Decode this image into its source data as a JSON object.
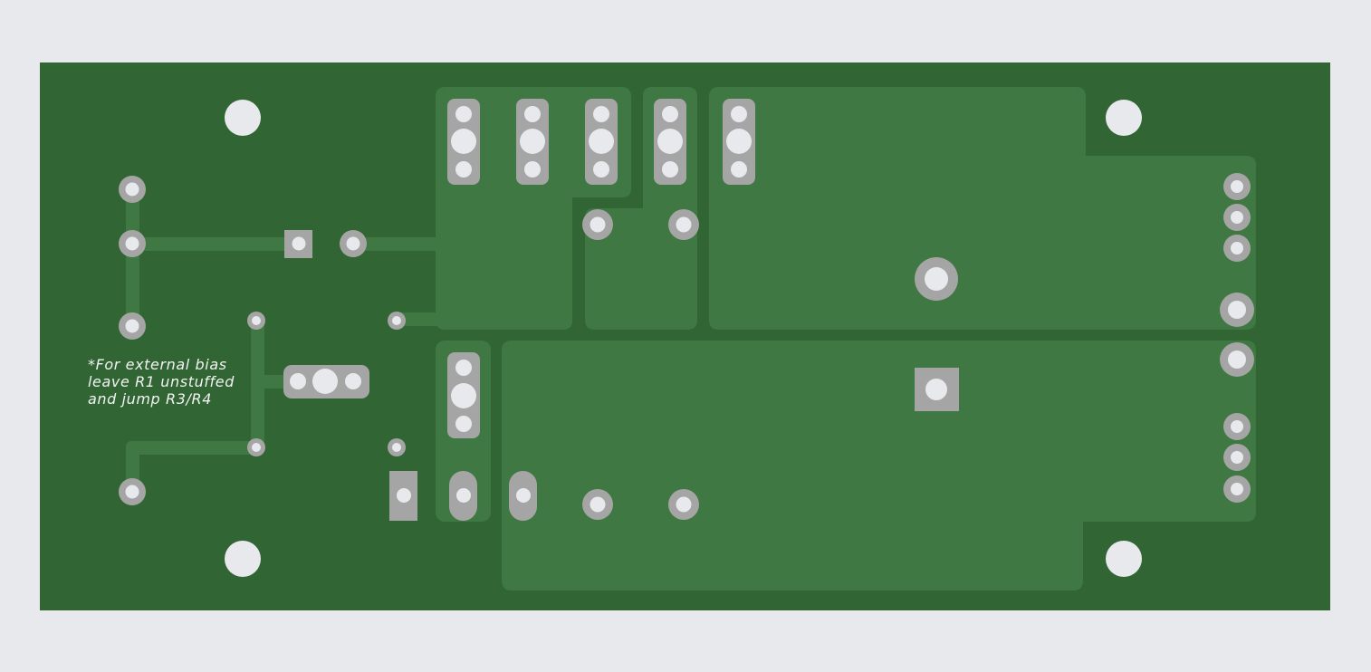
{
  "viewer": {
    "background_color": "#e8e9ed"
  },
  "board": {
    "substrate_color": "#316534",
    "copper_pour_color": "#3f7842",
    "pad_color": "#a5a5a5",
    "hole_color": "#e8e9ed",
    "silkscreen_color": "#f2f2f2",
    "silkscreen_note": [
      "*For external bias",
      "leave R1 unstuffed",
      "and jump R3/R4"
    ]
  }
}
